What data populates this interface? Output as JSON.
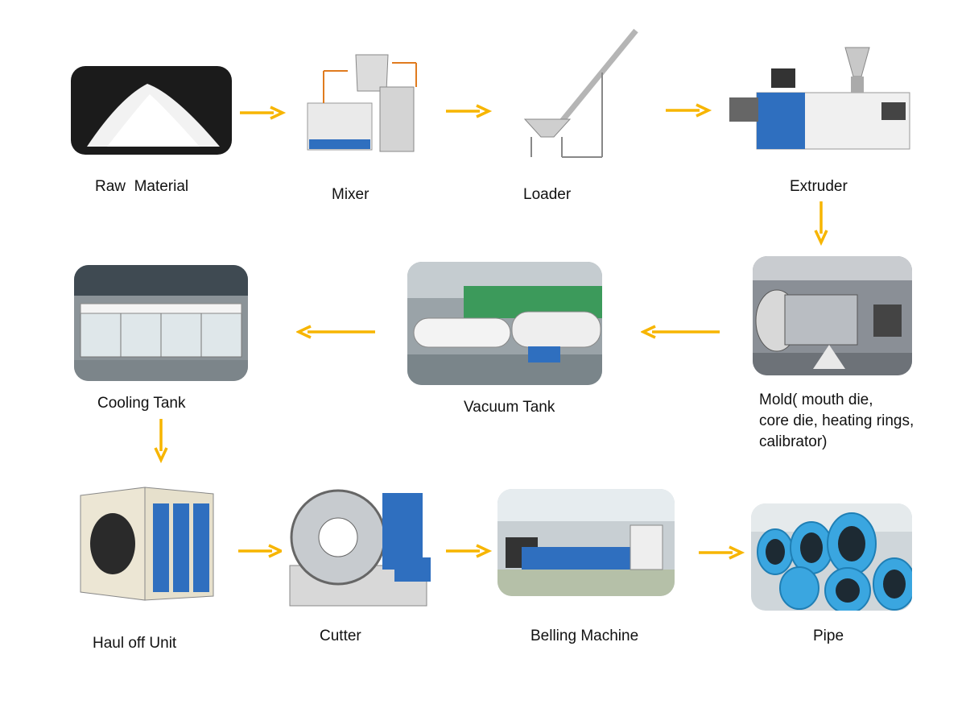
{
  "steps": {
    "raw_material": "Raw  Material",
    "mixer": "Mixer",
    "loader": "Loader",
    "extruder": "Extruder",
    "mold": [
      "Mold( mouth die,",
      "core die, heating rings,",
      "calibrator)"
    ],
    "vacuum_tank": "Vacuum Tank",
    "cooling_tank": "Cooling Tank",
    "haul_off_unit": "Haul off Unit",
    "cutter": "Cutter",
    "belling_machine": "Belling Machine",
    "pipe": "Pipe"
  },
  "colors": {
    "arrow": "#f7b500",
    "machine_blue": "#2f6fbf",
    "pipe_blue": "#3aa6e0"
  }
}
